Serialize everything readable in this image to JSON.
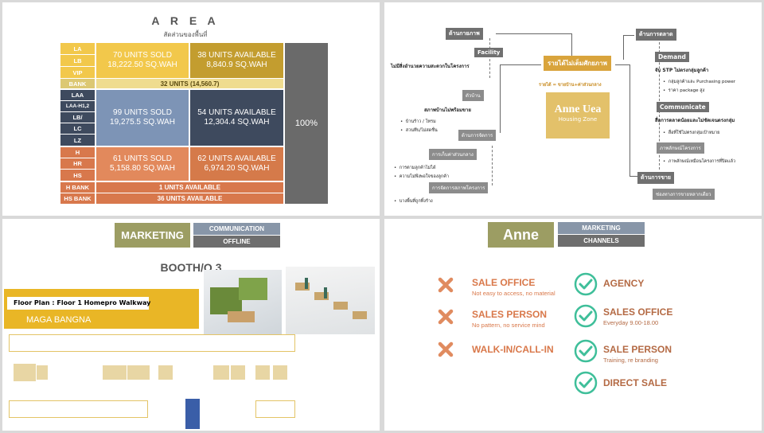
{
  "area": {
    "title": "A R E A",
    "subtitle": "สัดส่วนของพื้นที่",
    "row_labels": [
      "LA",
      "LB",
      "VIP",
      "BANK",
      "LAA",
      "LAA-H1,2",
      "LB/",
      "LC",
      "LZ",
      "H",
      "HR",
      "HS",
      "H BANK",
      "HS BANK"
    ],
    "l_sold_units": "70 UNITS SOLD",
    "l_sold_area": "18,222.50 SQ.WAH",
    "l_avail_units": "38 UNITS AVAILABLE",
    "l_avail_area": "8,840.9 SQ.WAH",
    "bank_bar": "32 UNITS (14,560.7)",
    "m_sold_units": "99 UNITS SOLD",
    "m_sold_area": "19,275.5 SQ.WAH",
    "m_avail_units": "54 UNITS AVAILABLE",
    "m_avail_area": "12,304.4 SQ.WAH",
    "h_sold_units": "61 UNITS SOLD",
    "h_sold_area": "5,158.80 SQ.WAH",
    "h_avail_units": "62 UNITS AVAILABLE",
    "h_avail_area": "6,974.20 SQ.WAH",
    "hbank_bar": "1 UNITS AVAILABLE",
    "hsbank_bar": "36 UNITS AVAILABLE",
    "total": "100%"
  },
  "diagram": {
    "left_top": "ด้านกายภาพ",
    "facility": "Facility",
    "facility_note": "ไม่มีสิ่งอำนวยความสะดวกในโครงการ",
    "house": "ตัวบ้าน",
    "house_note": "สภาพบ้านไม่พร้อมขาย",
    "house_b1": "บ้านร้าว / โทรม",
    "house_b2": "สวนทึบ/ไม่สดชื่น",
    "manage": "ด้านการจัดการ",
    "fee": "การเก็บค่าส่วนกลาง",
    "fee_b1": "การตามลูกค้าไม่ได้",
    "fee_b2": "ความไม่พึงพอใจของลูกค้า",
    "env": "การจัดการสภาพโครงการ",
    "env_b1": "บางพื้นที่ถูกทิ้งร้าง",
    "center": "รายได้ไม่เต็มศักยภาพ",
    "center_note": "รายได้ = ขายบ้าน+ค่าส่วนกลาง",
    "logo_main": "Anne Uea",
    "logo_sub": "Housing Zone",
    "market": "ด้านการตลาด",
    "demand": "Demand",
    "demand_note": "จับ STP ไม่ตรงกลุ่มลูกค้า",
    "demand_b1": "กลุ่มลูกค้าและ Purchasing power",
    "demand_b2": "ราคา package สูง",
    "comm": "Communicate",
    "comm_note": "สื่อการตลาดน้อยและไม่ชัดเจนตรงกลุ่ม",
    "comm_b1": "สื่อที่ใช้ไม่ตรงกลุ่มเป้าหมาย",
    "image": "ภาพลักษณ์โครงการ",
    "image_b1": "ภาพลักษณ์เหมือนโครงการที่ปิดแล้ว",
    "sales": "ด้านการขาย",
    "channel": "ช่องทางการขายหลากเดียว"
  },
  "booth": {
    "marketing": "MARKETING",
    "communication": "COMMUNICATION",
    "offline": "OFFLINE",
    "title": "BOOTH/Q 3",
    "floor_plan": "Floor Plan   :  Floor 1 Homepro Walkway",
    "location": "MAGA BANGNA"
  },
  "channels": {
    "brand": "Anne",
    "marketing": "MARKETING",
    "channels": "CHANNELS",
    "bad": [
      {
        "title": "SALE OFFICE",
        "sub": "Not easy to access, no material"
      },
      {
        "title": "SALES PERSON",
        "sub": "No pattern, no service mind"
      },
      {
        "title": "WALK-IN/CALL-IN",
        "sub": ""
      }
    ],
    "good": [
      {
        "title": "AGENCY",
        "sub": ""
      },
      {
        "title": "SALES OFFICE",
        "sub": "Everyday 9.00-18.00"
      },
      {
        "title": "SALE PERSON",
        "sub": "Training, re branding"
      },
      {
        "title": "DIRECT SALE",
        "sub": ""
      }
    ],
    "colors": {
      "bad": "#d9784a",
      "good": "#3fbf9a",
      "olive": "#9c9d63"
    }
  }
}
